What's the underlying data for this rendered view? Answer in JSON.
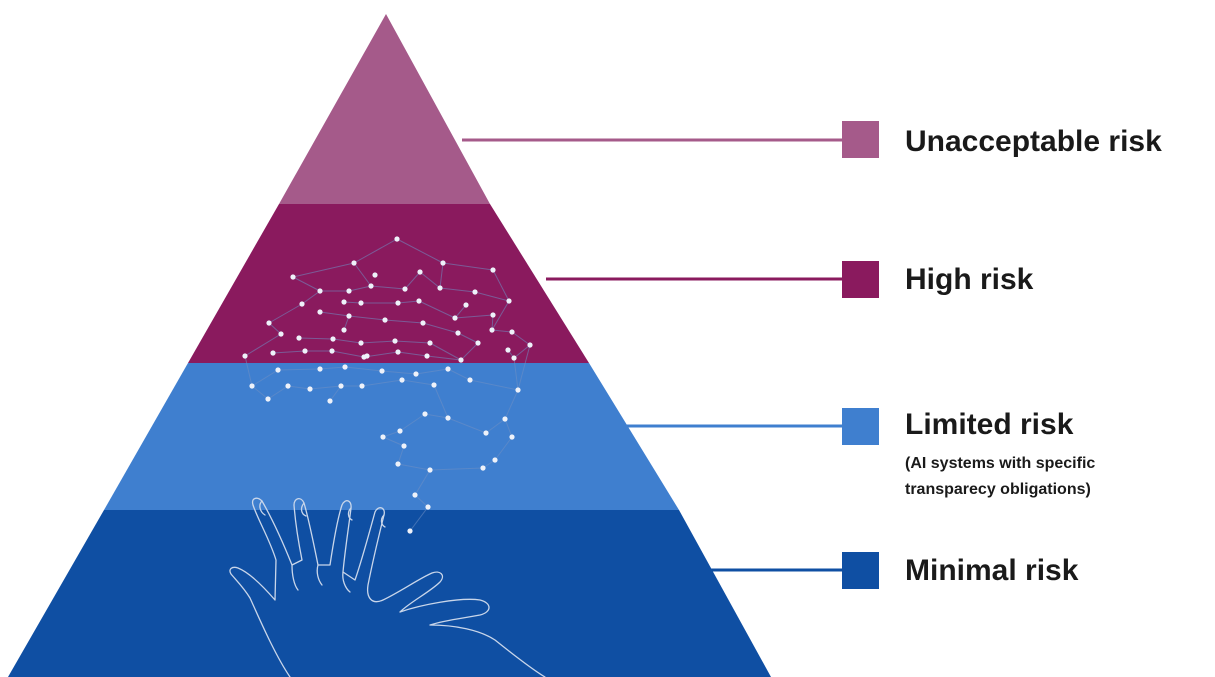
{
  "tiers": [
    {
      "label": "Unacceptable risk",
      "color": "#a55a8a"
    },
    {
      "label": "High risk",
      "color": "#8a1a5e"
    },
    {
      "label": "Limited risk",
      "sublabel_line1": "(AI systems with specific",
      "sublabel_line2": "transparecy obligations)",
      "color": "#3f7fcf"
    },
    {
      "label": "Minimal risk",
      "color": "#0f4fa3"
    }
  ],
  "illustration": {
    "network_icon": "neural-network-icon",
    "hand_icon": "open-hand-icon",
    "line_color": "#c9d6ea"
  }
}
